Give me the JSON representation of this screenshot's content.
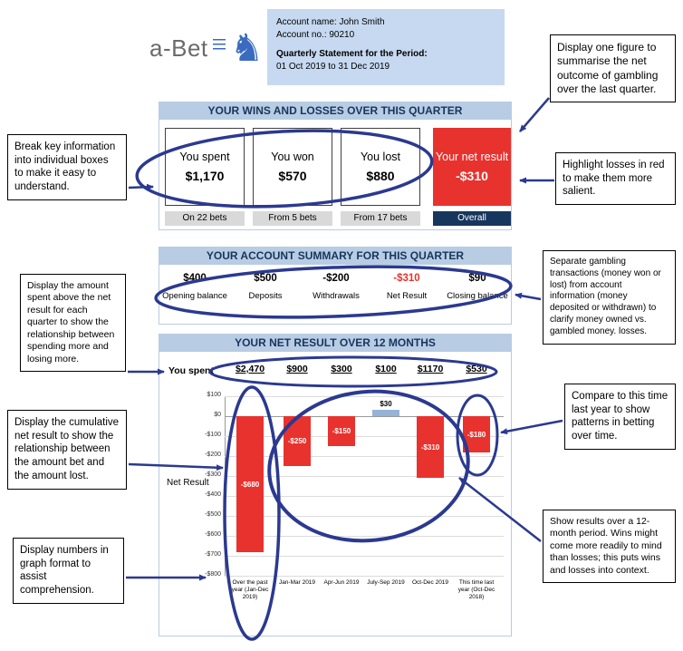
{
  "colors": {
    "accent_red": "#e8322e",
    "navy": "#17365d",
    "section_header_bg": "#b8cce4",
    "account_panel_bg": "#c6d9f1",
    "annotation_ink": "#2b3990",
    "positive_bar_blue": "#95b3d7",
    "footer_gray": "#d9d9d9"
  },
  "logo": {
    "brand": "a-Bet"
  },
  "icons": {
    "horse": "♞"
  },
  "account": {
    "name_line": "Account name: John Smith",
    "number_line": "Account no.: 90210",
    "period_label": "Quarterly Statement for the Period:",
    "period_value": "01 Oct 2019 to 31 Dec 2019"
  },
  "section1": {
    "title": "YOUR WINS AND LOSSES OVER THIS QUARTER",
    "boxes": [
      {
        "label": "You spent",
        "value": "$1,170",
        "footer": "On 22 bets"
      },
      {
        "label": "You won",
        "value": "$570",
        "footer": "From 5 bets"
      },
      {
        "label": "You lost",
        "value": "$880",
        "footer": "From 17 bets"
      },
      {
        "label": "Your net result",
        "value": "-$310",
        "footer": "Overall"
      }
    ]
  },
  "section2": {
    "title": "YOUR ACCOUNT SUMMARY FOR THIS QUARTER",
    "items": [
      {
        "value": "$400",
        "label": "Opening balance"
      },
      {
        "value": "$500",
        "label": "Deposits"
      },
      {
        "value": "-$200",
        "label": "Withdrawals"
      },
      {
        "value": "-$310",
        "label": "Net Result"
      },
      {
        "value": "$90",
        "label": "Closing balance"
      }
    ]
  },
  "section3": {
    "title": "YOUR NET RESULT OVER 12 MONTHS",
    "spent_label": "You spent",
    "spent_values": [
      "$2,470",
      "$900",
      "$300",
      "$100",
      "$1170",
      "$530"
    ],
    "net_result_label": "Net Result"
  },
  "chart_data": {
    "type": "bar",
    "title": "YOUR NET RESULT OVER 12 MONTHS",
    "categories": [
      "Over the past year (Jan-Dec 2019)",
      "Jan-Mar 2019",
      "Apr-Jun 2019",
      "July-Sep 2019",
      "Oct-Dec 2019",
      "This time last year (Oct-Dec 2018)"
    ],
    "values": [
      -680,
      -250,
      -150,
      30,
      -310,
      -180
    ],
    "bar_labels": [
      "-$680",
      "-$250",
      "-$150",
      "$30",
      "-$310",
      "-$180"
    ],
    "spent_series": {
      "name": "You spent",
      "values": [
        2470,
        900,
        300,
        100,
        1170,
        530
      ]
    },
    "ylabel": "Net Result",
    "ylim": [
      -800,
      100
    ],
    "y_ticks": [
      "$100",
      "$0",
      "-$100",
      "-$200",
      "-$300",
      "-$400",
      "-$500",
      "-$600",
      "-$700",
      "-$800"
    ],
    "grid": true,
    "legend": "none",
    "bar_color_negative": "#e8322e",
    "bar_color_positive": "#95b3d7"
  },
  "annotations": {
    "one_figure": "Display one figure to summarise the net outcome of gambling over the last quarter.",
    "break_info": "Break key information into individual boxes to make it easy to understand.",
    "highlight_red": "Highlight losses in red to make them more salient.",
    "separate_transactions": "Separate gambling transactions (money won or lost) from account information (money deposited or withdrawn) to clarify money owned vs. gambled money. losses.",
    "spent_above": "Display the amount spent above the net result for each quarter to show the relationship between spending more and losing more.",
    "cumulative": "Display the cumulative net result to show the relationship between the amount bet and the amount lost.",
    "graph_format": "Display numbers in graph format to assist comprehension.",
    "compare_last_year": "Compare to this time last year to show patterns in betting over time.",
    "twelve_month": "Show results over a 12-month period. Wins might come more readily to mind than losses; this puts wins and losses into context."
  }
}
